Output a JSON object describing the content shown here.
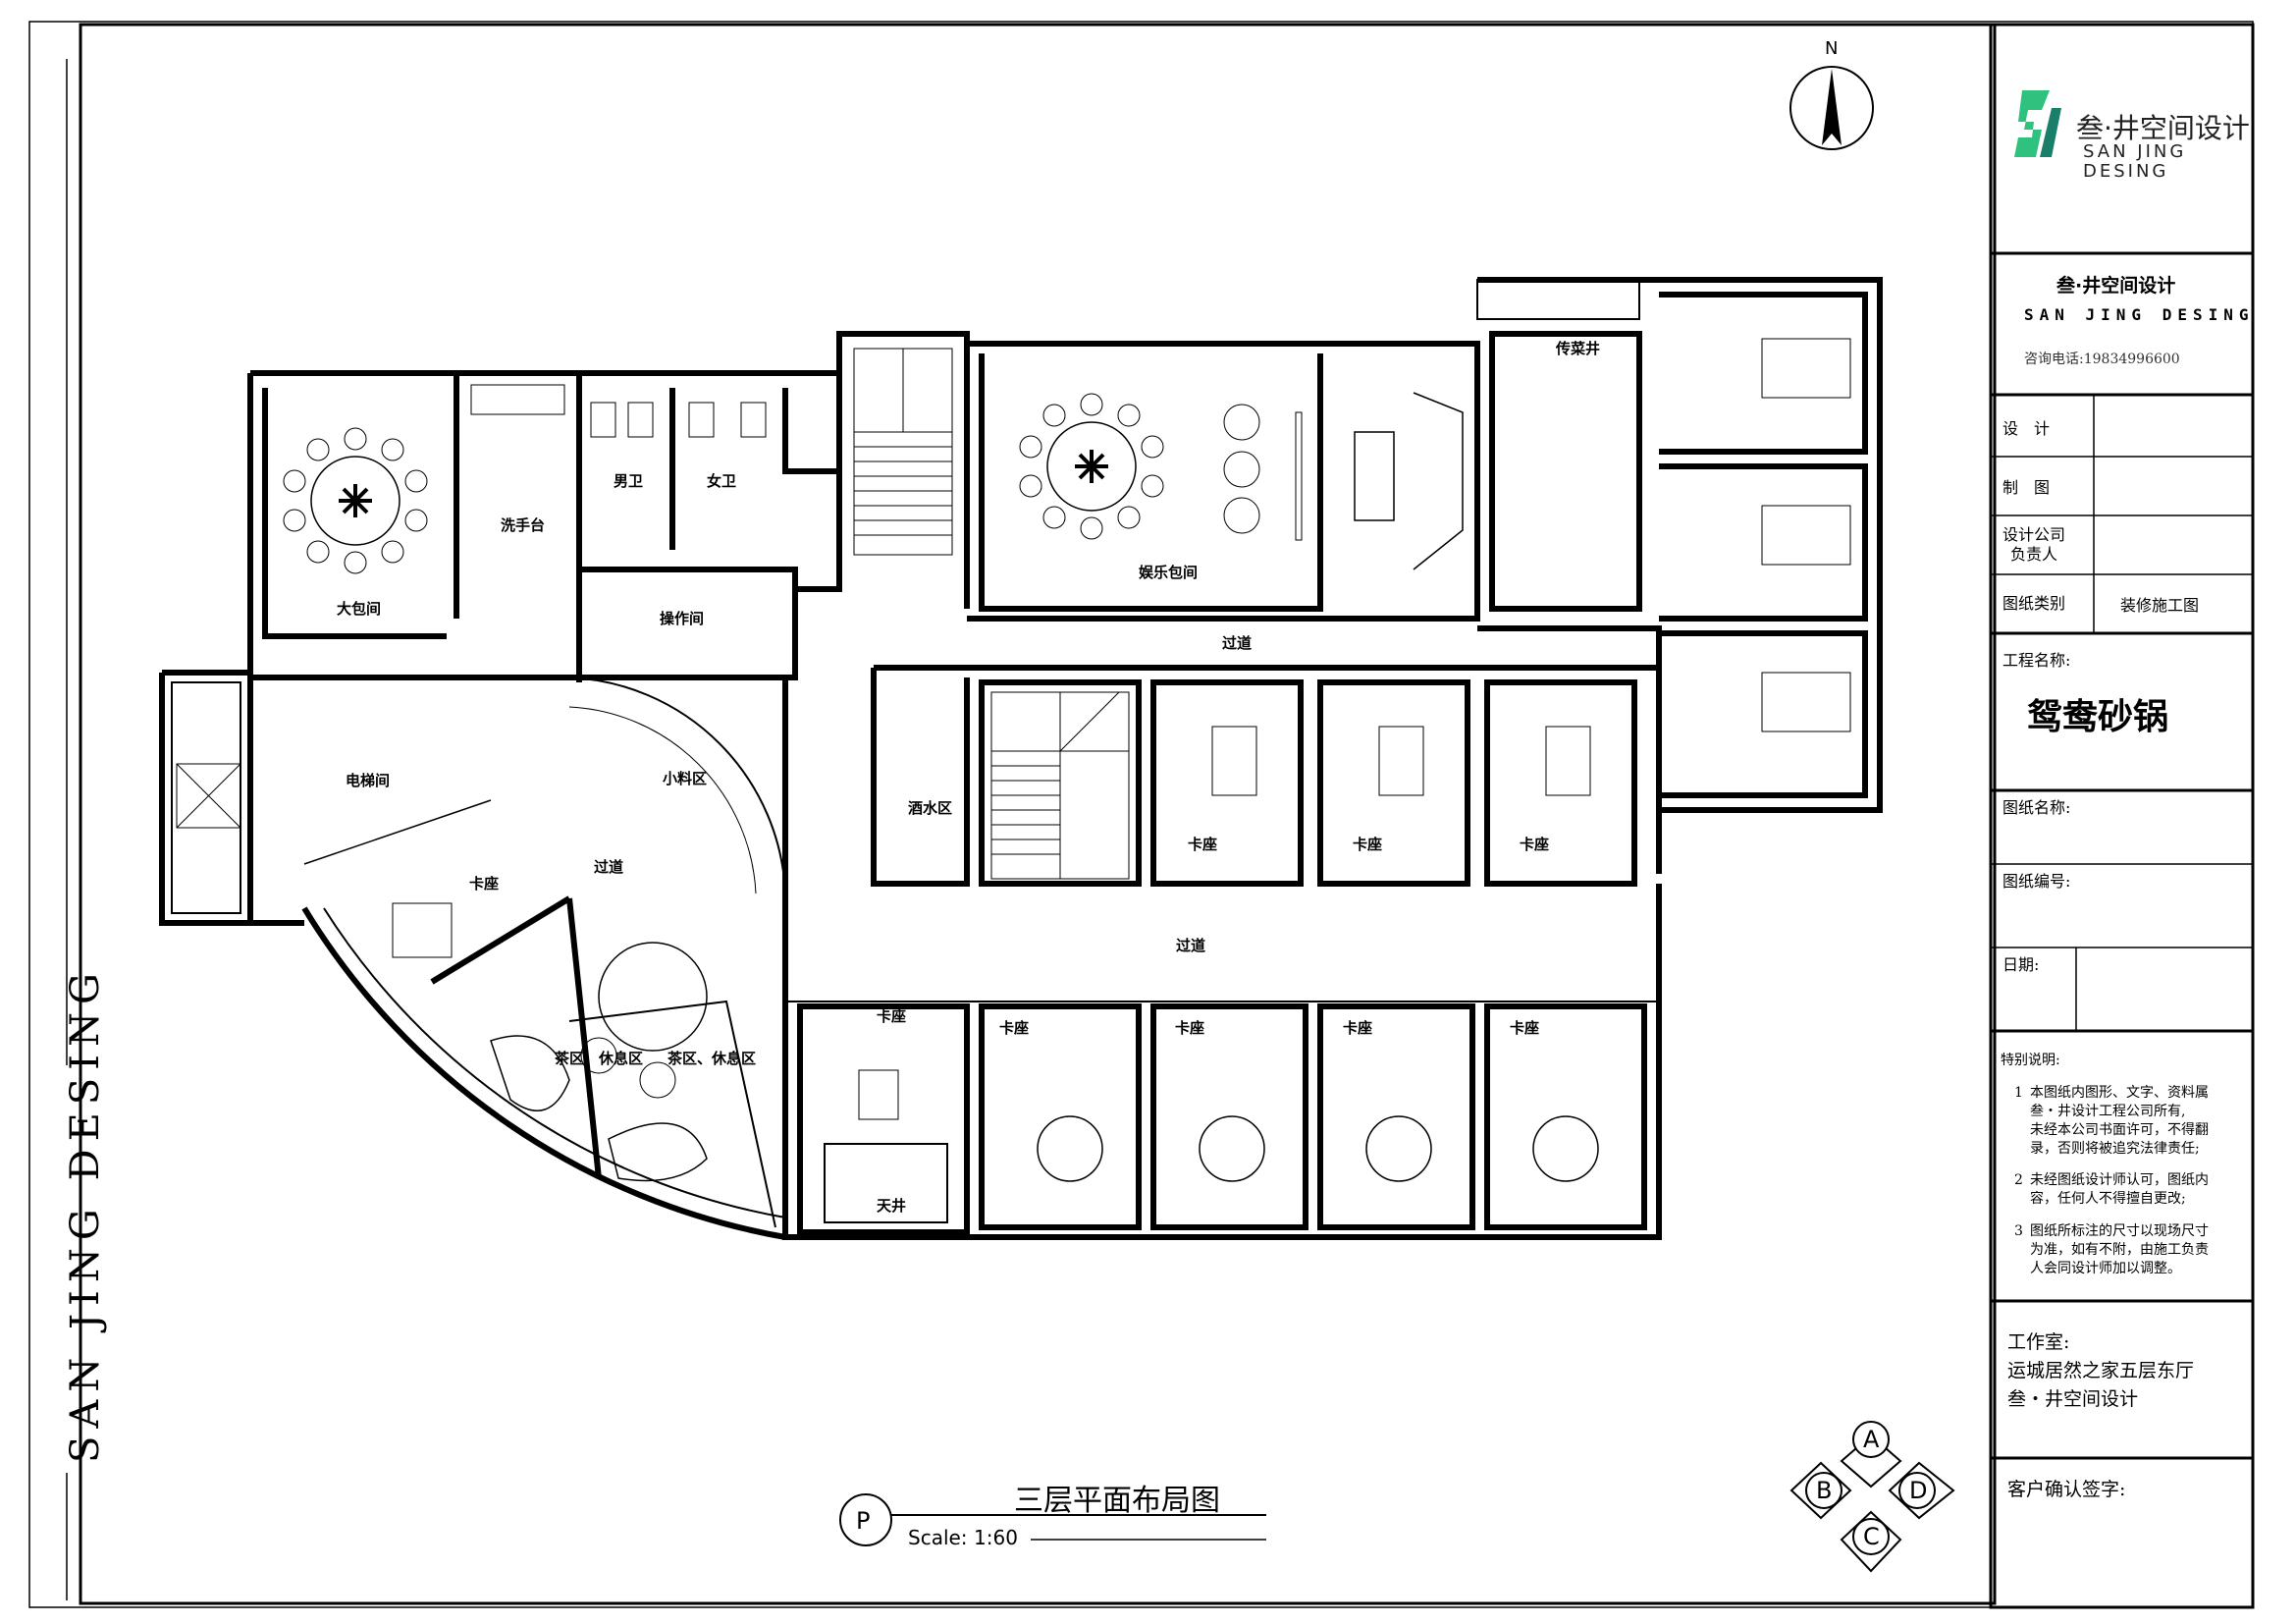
{
  "drawing": {
    "title": "三层平面布局图",
    "scale_label": "Scale:",
    "scale_value": "1:60",
    "plan_marker": "P",
    "north_label": "N",
    "side_brand": "SAN JING DESING"
  },
  "rooms": {
    "big_private_room": "大包间",
    "washbasin": "洗手台",
    "mens_toilet": "男卫",
    "womens_toilet": "女卫",
    "operation_room": "操作间",
    "entertainment_room": "娱乐包间",
    "dumbwaiter": "传菜井",
    "corridor_upper": "过道",
    "elevator_room": "电梯间",
    "small_ingredient_area": "小料区",
    "corridor_left": "过道",
    "booth_left": "卡座",
    "drink_area": "酒水区",
    "booth_row1_a": "卡座",
    "booth_row1_b": "卡座",
    "booth_row1_c": "卡座",
    "corridor_middle": "过道",
    "tea_area_1": "茶区、休息区",
    "tea_area_2": "茶区、休息区",
    "booth_patio": "卡座",
    "patio": "天井",
    "booth_row2_a": "卡座",
    "booth_row2_b": "卡座",
    "booth_row2_c": "卡座",
    "booth_row2_d": "卡座"
  },
  "title_block": {
    "logo_cn": "叁·井空间设计",
    "logo_en_1": "SAN JING",
    "logo_en_2": "DESING",
    "company_cn": "叁·井空间设计",
    "company_en": "SAN JING DESING",
    "phone": "咨询电话:19834996600",
    "design_label": "设　计",
    "drafting_label": "制　图",
    "responsible_label_1": "设计公司",
    "responsible_label_2": "负责人",
    "drawing_category_label": "图纸类别",
    "drawing_category_value": "装修施工图",
    "project_name_label": "工程名称:",
    "project_name_value": "鸳鸯砂锅",
    "drawing_name_label": "图纸名称:",
    "drawing_number_label": "图纸编号:",
    "date_label": "日期:",
    "notes_title": "特别说明:",
    "notes": [
      {
        "num": "1",
        "lines": [
          "本图纸内图形、文字、资料属",
          "叁・井设计工程公司所有,",
          "未经本公司书面许可，不得翻",
          "录，否则将被追究法律责任;"
        ]
      },
      {
        "num": "2",
        "lines": [
          "未经图纸设计师认可，图纸内",
          "容，任何人不得擅自更改;"
        ]
      },
      {
        "num": "3",
        "lines": [
          "图纸所标注的尺寸以现场尺寸",
          "  为准，如有不附，由施工负责",
          "人会同设计师加以调整。"
        ]
      }
    ],
    "studio_label": "工作室:",
    "studio_line1": "运城居然之家五层东厅",
    "studio_line2": "叁・井空间设计",
    "client_sign_label": "客户确认签字:"
  },
  "view_markers": {
    "a": "A",
    "b": "B",
    "c": "C",
    "d": "D"
  },
  "colors": {
    "logo_green": "#2ec27e",
    "logo_dark": "#1a7f6a"
  }
}
